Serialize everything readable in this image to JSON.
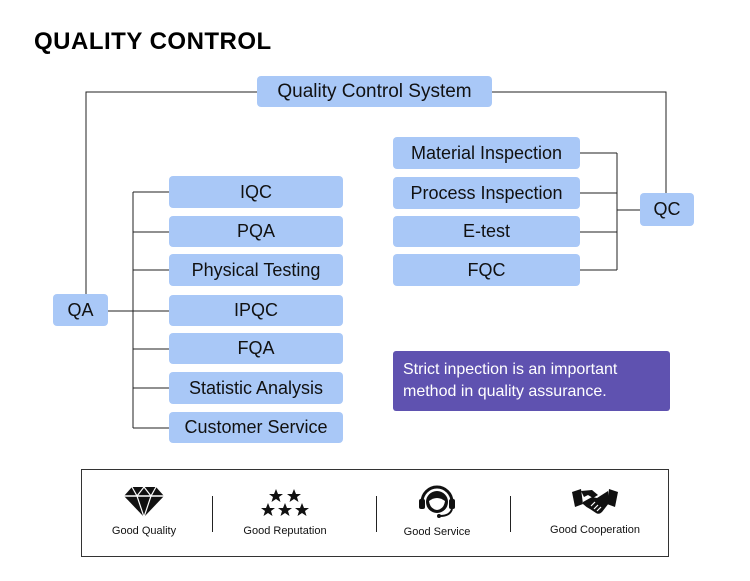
{
  "title": "QUALITY CONTROL",
  "diagram": {
    "root": "Quality Control System",
    "qa": {
      "label": "QA",
      "items": [
        "IQC",
        "PQA",
        "Physical Testing",
        "IPQC",
        "FQA",
        "Statistic Analysis",
        "Customer Service"
      ]
    },
    "qc": {
      "label": "QC",
      "items": [
        "Material Inspection",
        "Process Inspection",
        "E-test",
        "FQC"
      ]
    },
    "note": "Strict inpection is an important method in quality assurance."
  },
  "features": [
    {
      "label": "Good Quality",
      "icon": "diamond-icon"
    },
    {
      "label": "Good Reputation",
      "icon": "stars-icon"
    },
    {
      "label": "Good Service",
      "icon": "headset-icon"
    },
    {
      "label": "Good Cooperation",
      "icon": "handshake-icon"
    }
  ],
  "colors": {
    "box": "#a9c8f7",
    "note_bg": "#5f52b0",
    "line": "#222222"
  }
}
